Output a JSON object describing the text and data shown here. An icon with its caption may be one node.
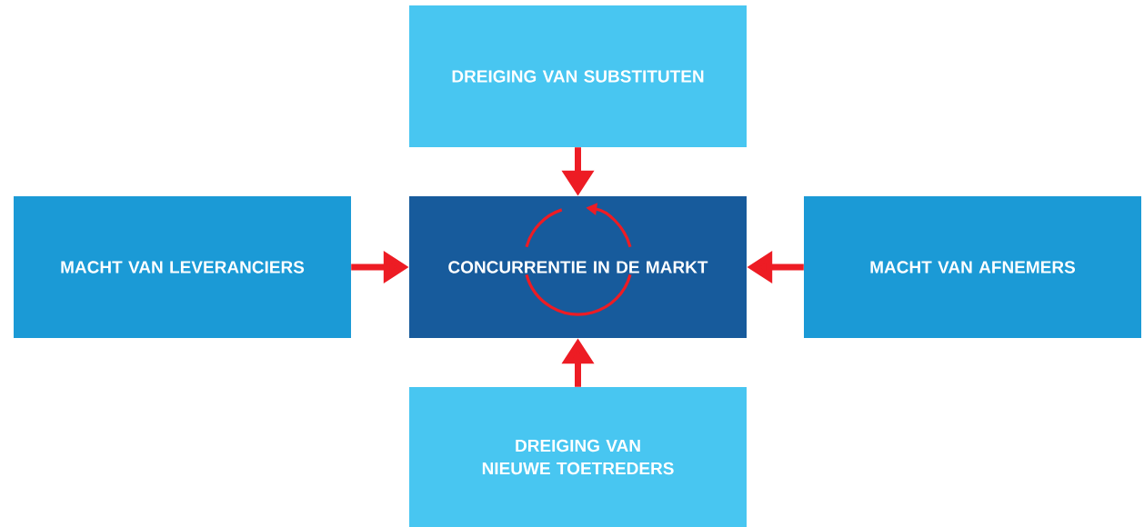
{
  "diagram": {
    "nodes": [
      {
        "text": [
          "DREIGING VAN SUBSTITUTEN"
        ]
      },
      {
        "text": [
          "MACHT VAN LEVERANCIERS"
        ]
      },
      {
        "text": [
          "CONCURRENTIE IN DE MARKT"
        ]
      },
      {
        "text": [
          "MACHT VAN AFNEMERS"
        ]
      },
      {
        "text": [
          "DREIGING VAN NIEUWE TOETREDERS"
        ]
      }
    ],
    "edges": [
      {
        "from": 0,
        "to": 2,
        "arrow": "to"
      },
      {
        "from": 1,
        "to": 2,
        "arrow": "to"
      },
      {
        "from": 3,
        "to": 2,
        "arrow": "to"
      },
      {
        "from": 4,
        "to": 2,
        "arrow": "to"
      }
    ]
  }
}
